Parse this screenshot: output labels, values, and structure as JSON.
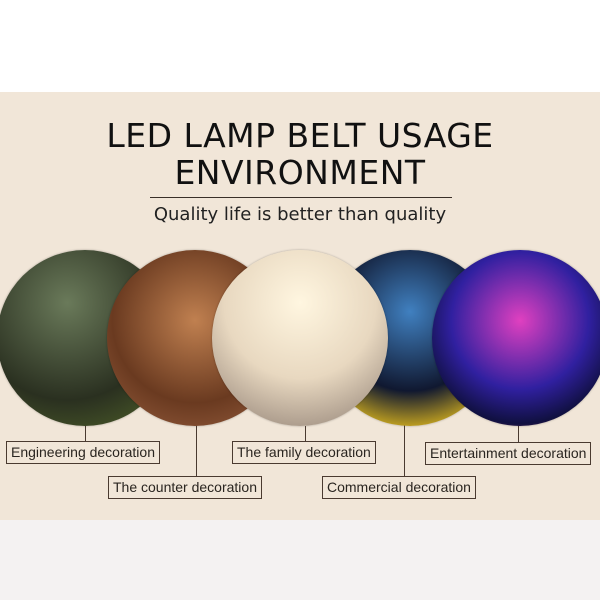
{
  "title_line1": "LED LAMP BELT USAGE",
  "title_line2": "ENVIRONMENT",
  "subtitle": "Quality life is better than quality",
  "colors": {
    "panel": "#f1e6d8",
    "text": "#111111",
    "border": "#4a3a30"
  },
  "scenes": [
    {
      "label": "Engineering decoration"
    },
    {
      "label": "The counter decoration"
    },
    {
      "label": "The family decoration"
    },
    {
      "label": "Commercial decoration"
    },
    {
      "label": "Entertainment decoration"
    }
  ]
}
